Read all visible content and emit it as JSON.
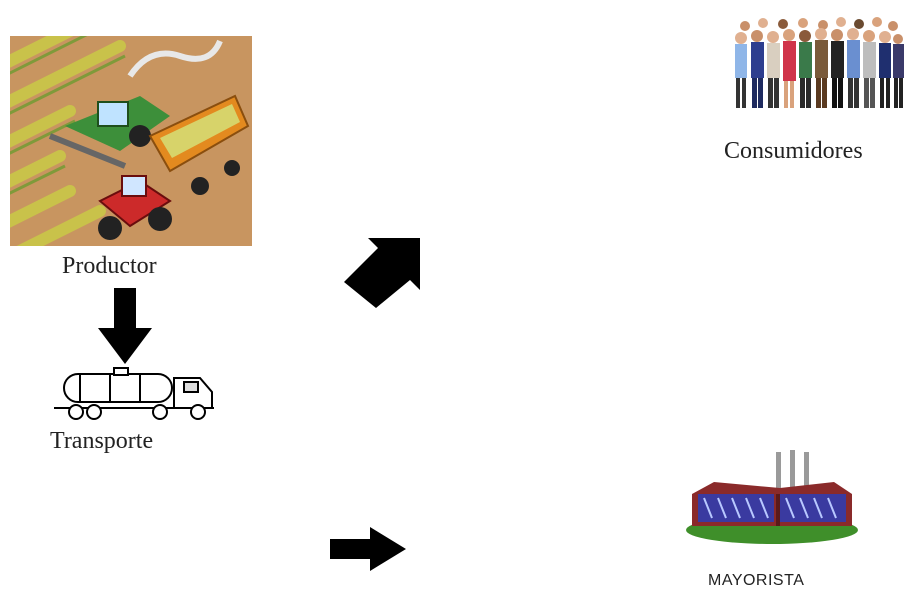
{
  "nodes": {
    "productor": {
      "label": "Productor",
      "icon": "farm-harvest-icon"
    },
    "transporte": {
      "label": "Transporte",
      "icon": "tanker-truck-icon"
    },
    "consumidores": {
      "label": "Consumidores",
      "icon": "people-group-icon"
    },
    "mayorista": {
      "label": "MAYORISTA",
      "icon": "factory-icon"
    }
  },
  "arrows": [
    {
      "name": "productor-to-transporte",
      "direction": "down"
    },
    {
      "name": "arrow-to-consumidores",
      "direction": "up-right"
    },
    {
      "name": "arrow-to-mayorista",
      "direction": "right"
    }
  ],
  "colors": {
    "arrow": "#000000"
  }
}
